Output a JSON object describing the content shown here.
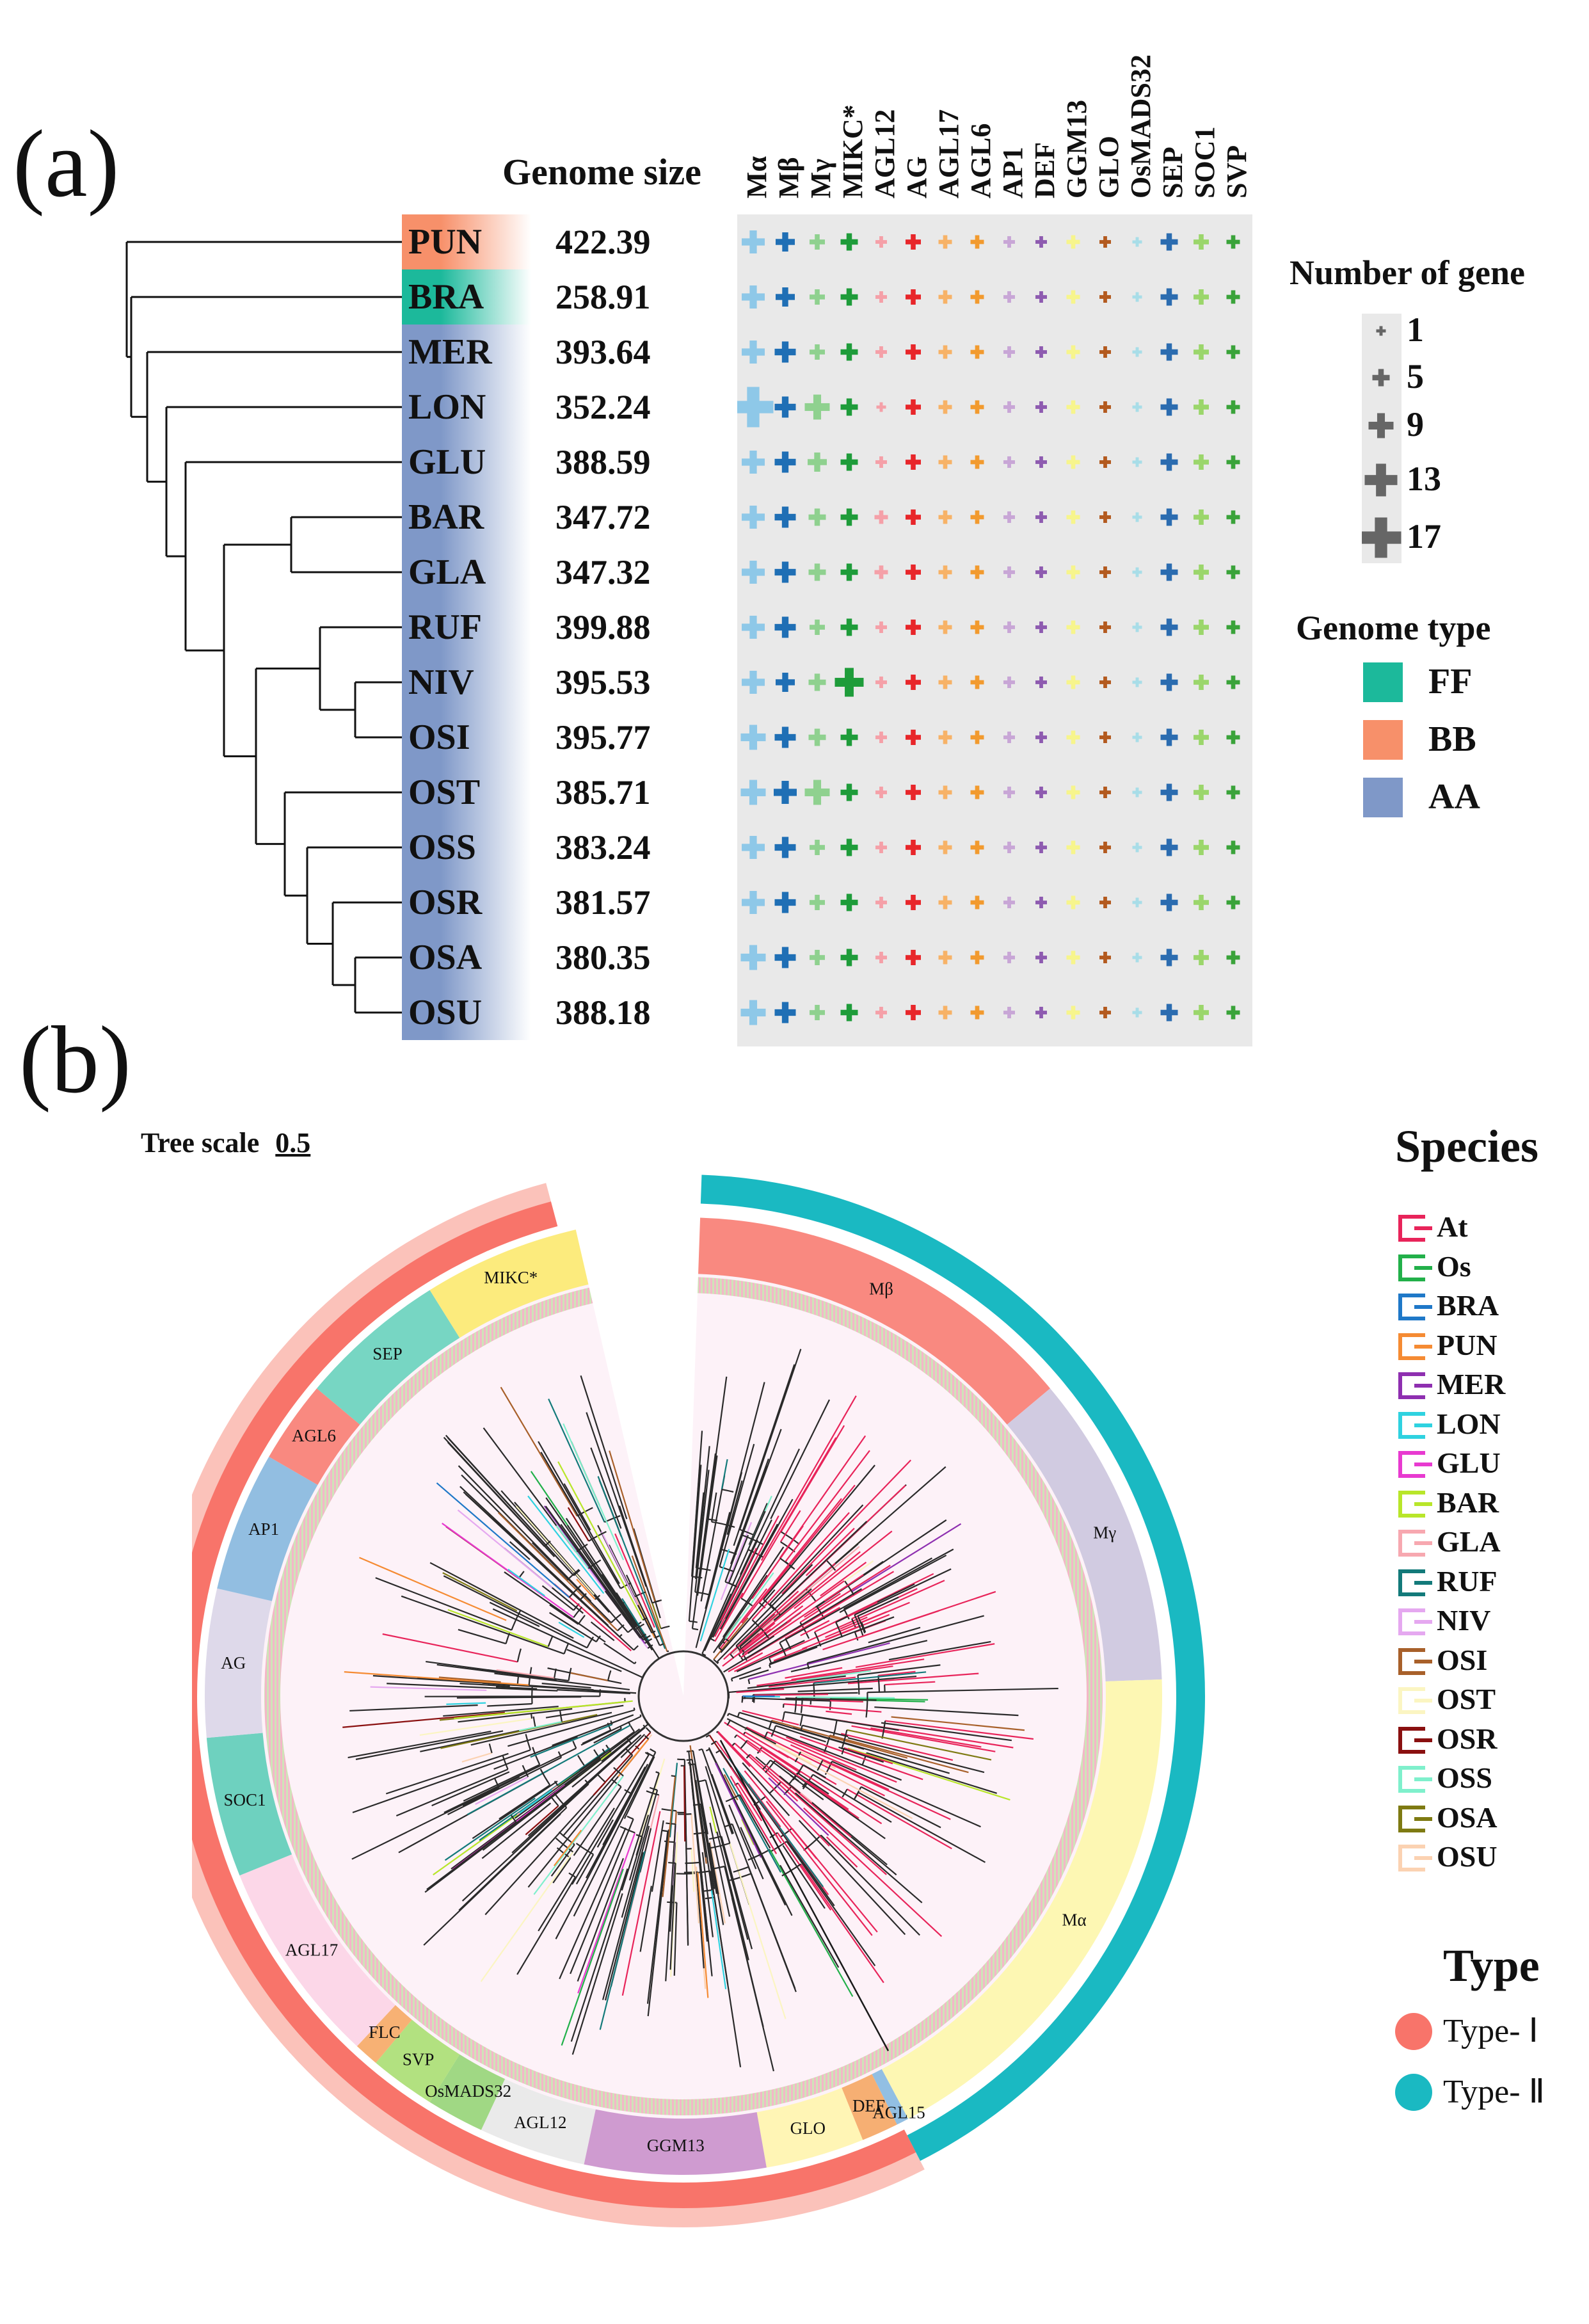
{
  "panel_a": {
    "label": "(a)",
    "genome_size_header": "Genome size",
    "gene_columns": [
      "Mα",
      "Mβ",
      "Mγ",
      "MIKC*",
      "AGL12",
      "AG",
      "AGL17",
      "AGL6",
      "AP1",
      "DEF",
      "GGM13",
      "GLO",
      "OsMADS32",
      "SEP",
      "SOC1",
      "SVP"
    ],
    "gene_colors": [
      "#8ec8e8",
      "#1f6fb5",
      "#8fd18f",
      "#1e9c3a",
      "#f5a0a8",
      "#e8262a",
      "#f7b267",
      "#f29a2e",
      "#c8a6d6",
      "#8e5bb0",
      "#f7f58c",
      "#b35a1f",
      "#a8dde8",
      "#2b6cb0",
      "#9bd66b",
      "#3aa33a"
    ],
    "species": [
      {
        "code": "PUN",
        "size": "422.39",
        "type": "BB"
      },
      {
        "code": "BRA",
        "size": "258.91",
        "type": "FF"
      },
      {
        "code": "MER",
        "size": "393.64",
        "type": "AA"
      },
      {
        "code": "LON",
        "size": "352.24",
        "type": "AA"
      },
      {
        "code": "GLU",
        "size": "388.59",
        "type": "AA"
      },
      {
        "code": "BAR",
        "size": "347.72",
        "type": "AA"
      },
      {
        "code": "GLA",
        "size": "347.32",
        "type": "AA"
      },
      {
        "code": "RUF",
        "size": "399.88",
        "type": "AA"
      },
      {
        "code": "NIV",
        "size": "395.53",
        "type": "AA"
      },
      {
        "code": "OSI",
        "size": "395.77",
        "type": "AA"
      },
      {
        "code": "OST",
        "size": "385.71",
        "type": "AA"
      },
      {
        "code": "OSS",
        "size": "383.24",
        "type": "AA"
      },
      {
        "code": "OSR",
        "size": "381.57",
        "type": "AA"
      },
      {
        "code": "OSA",
        "size": "380.35",
        "type": "AA"
      },
      {
        "code": "OSU",
        "size": "388.18",
        "type": "AA"
      }
    ],
    "gene_counts": [
      [
        8,
        6,
        4,
        5,
        2,
        4,
        3,
        3,
        2,
        2,
        3,
        2,
        1,
        5,
        4,
        3
      ],
      [
        8,
        6,
        4,
        5,
        2,
        4,
        3,
        3,
        2,
        2,
        3,
        2,
        1,
        5,
        4,
        3
      ],
      [
        8,
        7,
        4,
        5,
        2,
        4,
        3,
        3,
        2,
        2,
        3,
        2,
        1,
        5,
        4,
        3
      ],
      [
        17,
        7,
        9,
        5,
        1,
        4,
        3,
        3,
        2,
        2,
        3,
        2,
        1,
        5,
        4,
        3
      ],
      [
        8,
        7,
        6,
        5,
        2,
        4,
        3,
        3,
        2,
        2,
        3,
        2,
        1,
        5,
        4,
        3
      ],
      [
        8,
        7,
        5,
        5,
        3,
        4,
        3,
        3,
        2,
        2,
        3,
        2,
        1,
        5,
        4,
        3
      ],
      [
        8,
        7,
        5,
        5,
        3,
        4,
        3,
        3,
        2,
        2,
        3,
        2,
        1,
        5,
        4,
        3
      ],
      [
        8,
        7,
        4,
        5,
        2,
        4,
        3,
        3,
        2,
        2,
        3,
        2,
        1,
        5,
        4,
        3
      ],
      [
        8,
        6,
        5,
        11,
        2,
        4,
        3,
        3,
        2,
        2,
        3,
        2,
        1,
        5,
        4,
        3
      ],
      [
        9,
        7,
        5,
        5,
        2,
        4,
        3,
        3,
        2,
        2,
        3,
        2,
        1,
        5,
        4,
        3
      ],
      [
        9,
        8,
        9,
        5,
        2,
        4,
        3,
        3,
        2,
        2,
        3,
        2,
        1,
        5,
        4,
        3
      ],
      [
        8,
        7,
        4,
        5,
        2,
        4,
        3,
        3,
        2,
        2,
        3,
        2,
        1,
        5,
        4,
        3
      ],
      [
        8,
        7,
        4,
        5,
        2,
        4,
        3,
        3,
        2,
        2,
        3,
        2,
        1,
        5,
        4,
        3
      ],
      [
        9,
        7,
        4,
        5,
        2,
        4,
        3,
        3,
        2,
        2,
        3,
        2,
        1,
        5,
        4,
        3
      ],
      [
        9,
        7,
        4,
        5,
        2,
        4,
        3,
        3,
        2,
        2,
        3,
        2,
        1,
        5,
        4,
        3
      ]
    ],
    "legend_gene": {
      "title": "Number of gene",
      "values": [
        "1",
        "5",
        "9",
        "13",
        "17"
      ]
    },
    "legend_type": {
      "title": "Genome type",
      "items": [
        {
          "label": "FF",
          "color": "#1cb99b"
        },
        {
          "label": "BB",
          "color": "#f7906a"
        },
        {
          "label": "AA",
          "color": "#7f98c8"
        }
      ]
    }
  },
  "panel_b": {
    "label": "(b)",
    "tree_scale": {
      "label": "Tree scale",
      "value": "0.5"
    },
    "clades": [
      {
        "name": "Mβ",
        "start": 2,
        "end": 50,
        "color": "#f8746a"
      },
      {
        "name": "Mγ",
        "start": 50,
        "end": 88,
        "color": "#c9c2dc"
      },
      {
        "name": "Mα",
        "start": 88,
        "end": 152,
        "color": "#fdf6a6"
      },
      {
        "name": "AGL15",
        "start": 152,
        "end": 153.5,
        "color": "#7fb4de"
      },
      {
        "name": "DEF",
        "start": 153.5,
        "end": 158,
        "color": "#f4a15a"
      },
      {
        "name": "GLO",
        "start": 158,
        "end": 170,
        "color": "#fff3a8"
      },
      {
        "name": "GGM13",
        "start": 170,
        "end": 192,
        "color": "#c78ac8"
      },
      {
        "name": "AGL12",
        "start": 192,
        "end": 205,
        "color": "#e6e6e6"
      },
      {
        "name": "OsMADS32",
        "start": 205,
        "end": 212,
        "color": "#8fd16e"
      },
      {
        "name": "SVP",
        "start": 212,
        "end": 220,
        "color": "#a5dc6a"
      },
      {
        "name": "FLC",
        "start": 220,
        "end": 223,
        "color": "#f6a35c"
      },
      {
        "name": "AGL17",
        "start": 223,
        "end": 248,
        "color": "#fbd0e4"
      },
      {
        "name": "SOC1",
        "start": 248,
        "end": 265,
        "color": "#55c9b4"
      },
      {
        "name": "AG",
        "start": 265,
        "end": 283,
        "color": "#d8d2e6"
      },
      {
        "name": "AP1",
        "start": 283,
        "end": 300,
        "color": "#7fb3dc"
      },
      {
        "name": "AGL6",
        "start": 300,
        "end": 310,
        "color": "#f8746a"
      },
      {
        "name": "SEP",
        "start": 310,
        "end": 328,
        "color": "#5fcfb8"
      },
      {
        "name": "MIKC*",
        "start": 328,
        "end": 347,
        "color": "#fbe766"
      }
    ],
    "type_arcs": [
      {
        "name": "Type- Ⅰ",
        "start": -15,
        "end": 153,
        "color": "#f8746a",
        "shade": "#fbb3a8"
      },
      {
        "name": "Type- Ⅰ",
        "start": 153,
        "end": 347,
        "color": "#f8746a",
        "shade": "#fbb3a8"
      }
    ],
    "type2_arc": {
      "start": 2,
      "end": 153,
      "color": "#1ab9c2"
    },
    "legend_species": {
      "title": "Species",
      "items": [
        {
          "label": "At",
          "color": "#e8245a"
        },
        {
          "label": "Os",
          "color": "#22b04a"
        },
        {
          "label": "BRA",
          "color": "#1f78c8"
        },
        {
          "label": "PUN",
          "color": "#f58b33"
        },
        {
          "label": "MER",
          "color": "#8e2fb0"
        },
        {
          "label": "LON",
          "color": "#2fd2e0"
        },
        {
          "label": "GLU",
          "color": "#e83ad0"
        },
        {
          "label": "BAR",
          "color": "#b8e62a"
        },
        {
          "label": "GLA",
          "color": "#f7a8b0"
        },
        {
          "label": "RUF",
          "color": "#137a7a"
        },
        {
          "label": "NIV",
          "color": "#e5a8f0"
        },
        {
          "label": "OSI",
          "color": "#a8602a"
        },
        {
          "label": "OST",
          "color": "#fbf5c2"
        },
        {
          "label": "OSR",
          "color": "#8a1010"
        },
        {
          "label": "OSS",
          "color": "#7ff0cc"
        },
        {
          "label": "OSA",
          "color": "#7e7a12"
        },
        {
          "label": "OSU",
          "color": "#fbd2b2"
        }
      ]
    },
    "legend_type": {
      "title": "Type",
      "items": [
        {
          "label": "Type- Ⅰ",
          "color": "#f8746a"
        },
        {
          "label": "Type- Ⅱ",
          "color": "#1ab9c2"
        }
      ]
    }
  }
}
